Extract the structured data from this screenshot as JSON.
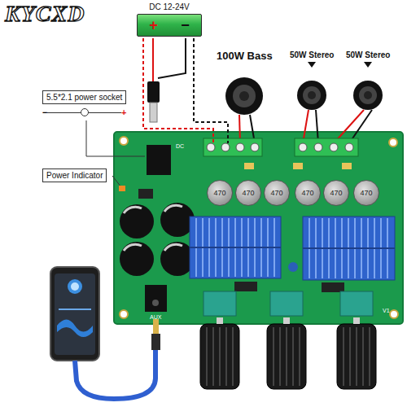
{
  "diagram": {
    "nodes": [
      {
        "text": [
          "DC 12-24V",
          "+",
          "−"
        ]
      },
      {
        "text": [
          "5.5*2.1 power socket",
          "−",
          "+"
        ]
      },
      {
        "text": [
          "Power Indicator"
        ]
      },
      {
        "text": [
          "470"
        ]
      },
      {
        "text": [
          "470"
        ]
      },
      {
        "text": [
          "470"
        ]
      },
      {
        "text": [
          "470"
        ]
      },
      {
        "text": [
          "470"
        ]
      },
      {
        "text": [
          "470"
        ]
      }
    ],
    "labels": [
      "KYCXD",
      "100W Bass",
      "50W Stereo",
      "50W Stereo",
      "DC",
      "AUX",
      "V1"
    ]
  }
}
